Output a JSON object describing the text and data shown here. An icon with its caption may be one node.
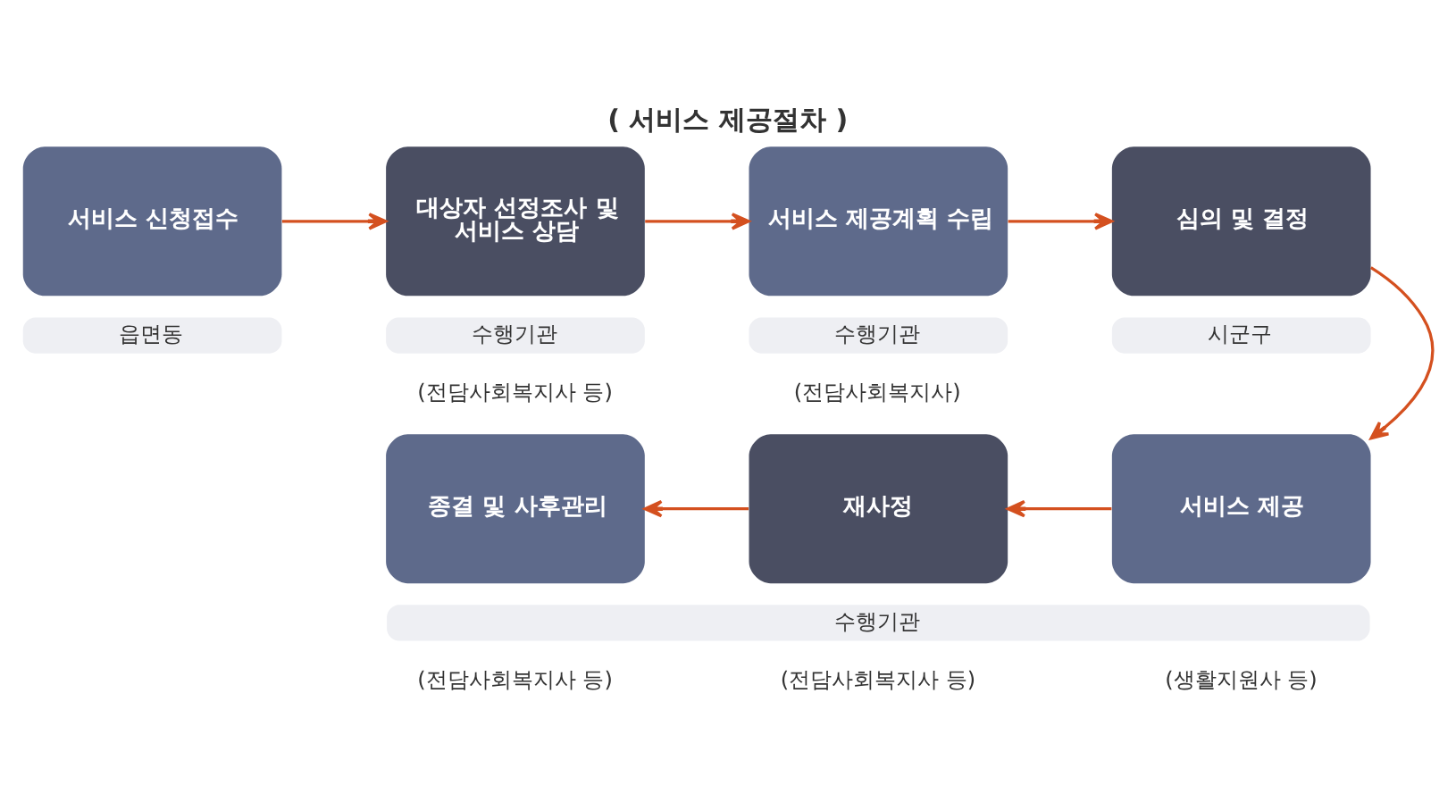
{
  "diagram": {
    "title": "( 서비스 제공절차 )",
    "nodes": [
      {
        "text": [
          "서비스 신청접수"
        ]
      },
      {
        "text": [
          "읍면동"
        ]
      },
      {
        "text": [
          "대상자 선정조사 및 서비스 상담"
        ]
      },
      {
        "text": [
          "수행기관"
        ],
        "beside": [
          "(전담사회복지사 등)"
        ]
      },
      {
        "text": [
          "서비스 제공계획 수립"
        ]
      },
      {
        "text": [
          "수행기관"
        ],
        "beside": [
          "(전담사회복지사)"
        ]
      },
      {
        "text": [
          "심의 및 결정"
        ]
      },
      {
        "text": [
          "시군구"
        ]
      },
      {
        "text": [
          "종결 및 사후관리"
        ]
      },
      {
        "text": [
          "재사정"
        ]
      },
      {
        "text": [
          "서비스 제공"
        ]
      },
      {
        "text": [
          "수행기관"
        ],
        "beside": [
          "(전담사회복지사 등)",
          "(전담사회복지사 등)",
          "(생활지원사 등)"
        ]
      }
    ],
    "edges": [
      {
        "from": 0,
        "to": 2,
        "arrow": "to"
      },
      {
        "from": 2,
        "to": 4,
        "arrow": "to"
      },
      {
        "from": 4,
        "to": 6,
        "arrow": "to"
      },
      {
        "from": 6,
        "to": 10,
        "arrow": "to"
      },
      {
        "from": 10,
        "to": 9,
        "arrow": "to"
      },
      {
        "from": 9,
        "to": 8,
        "arrow": "to"
      }
    ]
  }
}
